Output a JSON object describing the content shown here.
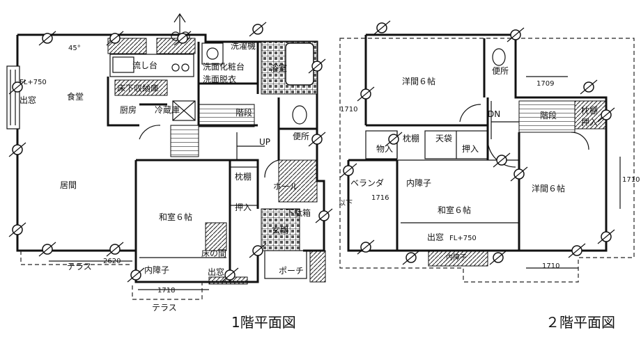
{
  "floor1": {
    "title": "1階平面図",
    "rooms": {
      "shoku": "食堂",
      "kyoma": "居間",
      "demado_l": "出窓",
      "fl750": "FL+750",
      "nagashidai": "流し台",
      "yukashita": "床下収納庫",
      "chubo": "厨房",
      "reizoko": "冷蔵庫",
      "sentakuki": "洗濯機",
      "senmen": "洗面化粧台",
      "datsui": "洗面脱衣",
      "yokushitsu": "浴室",
      "kaidan": "階段",
      "up": "UP",
      "benjo": "便所",
      "washitsu": "和室６帖",
      "makuradana": "枕棚",
      "oshiire": "押入",
      "hall": "ホール",
      "gebako": "下駄箱",
      "genkan": "玄関",
      "tokonoma": "床の間",
      "demado": "出窓",
      "uchishoji": "内障子",
      "porch": "ポーチ",
      "terrace_l": "テラス",
      "terrace_b": "テラス",
      "dim_2620": "2620",
      "dim_1718": "1718",
      "dim_45": "45°"
    }
  },
  "floor2": {
    "title": "２階平面図",
    "rooms": {
      "yoma_top": "洋間６帖",
      "benjo": "便所",
      "dim_1709": "1709",
      "dim_1710_l": "1710",
      "dim_1710_r": "1710",
      "dim_1710_b": "1710",
      "dn": "DN",
      "kaidan": "階段",
      "makuradana_r": "枕棚",
      "oshiire_r": "押入",
      "oshiire_l": "物入",
      "makuradana_m": "枕棚",
      "tenbukuro": "天袋",
      "oshiire_m": "押入",
      "veranda": "ベランダ",
      "uchishoji": "内障子",
      "dim_1716": "1716",
      "washitsu": "和室６帖",
      "yoma_right": "洋間６帖",
      "demado": "出窓",
      "fl750": "FL+750",
      "uchishoji_b": "内障子",
      "ika": "以下"
    }
  }
}
